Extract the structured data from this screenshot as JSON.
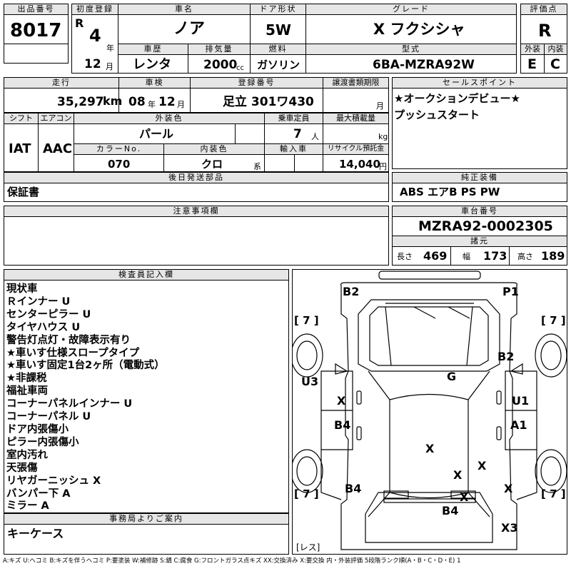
{
  "labels": {
    "lot_no": "出品番号",
    "first_reg": "初度登録",
    "car_name": "車名",
    "door": "ドア形状",
    "grade": "グレード",
    "score": "評価点",
    "history": "車歴",
    "displacement": "排気量",
    "fuel": "燃料",
    "model": "型式",
    "exterior": "外装",
    "interior": "内装",
    "mileage": "走行",
    "inspection": "車検",
    "plate": "登録番号",
    "transfer_doc": "譲渡書類期限",
    "sales_point": "セールスポイント",
    "shift": "シフト",
    "aircon": "エアコン",
    "ext_color": "外装色",
    "capacity": "乗車定員",
    "max_load": "最大積載量",
    "color_no": "カラーNo.",
    "int_color": "内装色",
    "import": "輸入車",
    "recycle": "リサイクル預託金",
    "later_parts": "後日発送部品",
    "genuine": "純正装備",
    "notes": "注意事項欄",
    "chassis": "車台番号",
    "specs": "諸元",
    "inspector": "検査員記入欄",
    "office": "事務局よりご案内"
  },
  "units": {
    "year": "年",
    "month": "月",
    "cc": "cc",
    "km": "km",
    "person": "人",
    "kg": "kg",
    "kei": "系",
    "yen": "円",
    "length": "長さ",
    "width": "幅",
    "height": "高さ"
  },
  "car": {
    "lot_no": "8017",
    "era": "R",
    "reg_year": "4",
    "reg_month": "12",
    "name": "ノア",
    "door": "5W",
    "grade": "X フクシシャ",
    "score": "R",
    "history": "レンタ",
    "displacement": "2000",
    "fuel": "ガソリン",
    "model": "6BA-MZRA92W",
    "exterior_grade": "E",
    "interior_grade": "C",
    "mileage": "35,297",
    "insp_year": "08",
    "insp_month": "12",
    "plate": "足立 301ワ430",
    "shift": "IAT",
    "aircon": "AAC",
    "ext_color": "パール",
    "capacity": "7",
    "color_no": "070",
    "int_color": "クロ",
    "recycle": "14,040",
    "later_parts": "保証書",
    "genuine": "ABS エアB PS PW",
    "chassis_no": "MZRA92-0002305",
    "length": "469",
    "width": "173",
    "height": "189"
  },
  "sales_points": [
    "★オークションデビュー★",
    "プッシュスタート"
  ],
  "inspector_notes": [
    "現状車",
    "Ｒインナー U",
    "センターピラー U",
    "タイヤハウス U",
    "警告灯点灯・故障表示有り",
    "★車いす仕様スロープタイプ",
    "★車いす固定1台2ヶ所（電動式）",
    "★非課税",
    "福祉車両",
    "コーナーパネルインナー U",
    "コーナーパネル U",
    "ドア内張傷小",
    "ピラー内張傷小",
    "室内汚れ",
    "天張傷",
    "リヤガーニッシュ X",
    "バンパー下 A",
    "ミラー A"
  ],
  "office_notes": "キーケース",
  "diagram": {
    "tire_marks": [
      "[ 7 ]",
      "[ 7 ]",
      "[ 7 ]",
      "[ 7 ]"
    ],
    "spare": "[レス]",
    "marks": [
      "B2",
      "P1",
      "B2",
      "G",
      "U3",
      "X",
      "U1",
      "B4",
      "A1",
      "X",
      "X",
      "X",
      "B4",
      "X",
      "X",
      "B4",
      "X3"
    ]
  },
  "footer": "A:キズ U:ヘコミ B:キズを伴うヘコミ P:要塗装 W:補修跡 S:錆 C:腐食 G:フロントガラス点キズ XX:交換済み X:要交換 内・外装評価 5段階ランク順(A・B・C・D・E) 1"
}
